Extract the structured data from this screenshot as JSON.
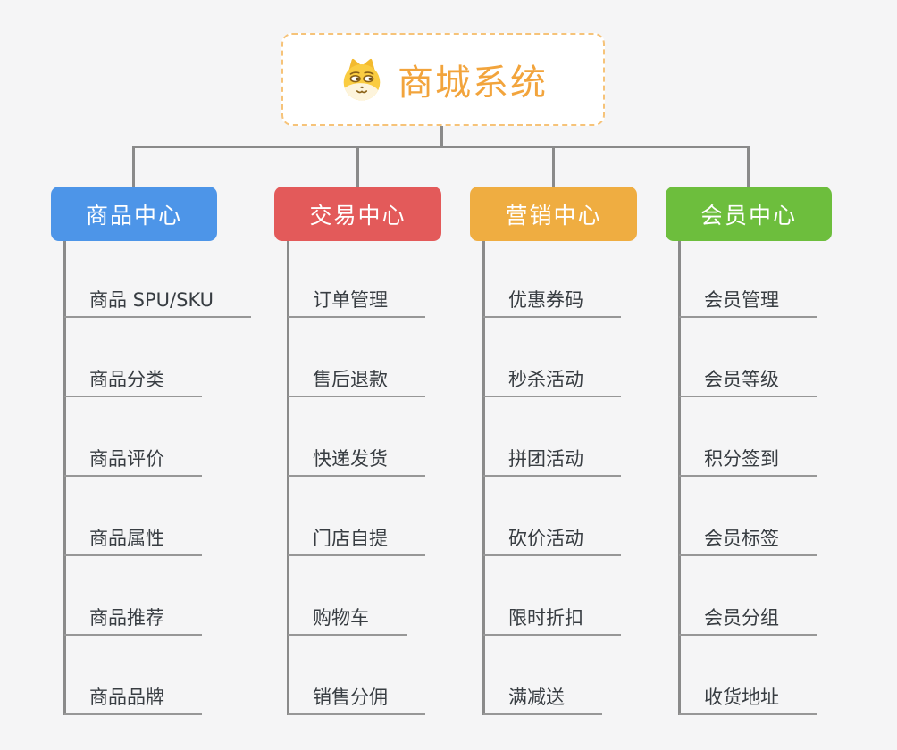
{
  "page": {
    "background_color": "#f5f5f6",
    "connector_color": "#8a8a8a",
    "underline_color": "#979797"
  },
  "root": {
    "title": "商城系统",
    "icon": "doge-icon",
    "text_color": "#f2a43c",
    "border_color": "#f6c379",
    "background_color": "#ffffff"
  },
  "branches": [
    {
      "label": "商品中心",
      "color": "#4d95e8",
      "items": [
        "商品 SPU/SKU",
        "商品分类",
        "商品评价",
        "商品属性",
        "商品推荐",
        "商品品牌"
      ]
    },
    {
      "label": "交易中心",
      "color": "#e35a5a",
      "items": [
        "订单管理",
        "售后退款",
        "快递发货",
        "门店自提",
        "购物车",
        "销售分佣"
      ]
    },
    {
      "label": "营销中心",
      "color": "#efad41",
      "items": [
        "优惠券码",
        "秒杀活动",
        "拼团活动",
        "砍价活动",
        "限时折扣",
        "满减送"
      ]
    },
    {
      "label": "会员中心",
      "color": "#6dbe3d",
      "items": [
        "会员管理",
        "会员等级",
        "积分签到",
        "会员标签",
        "会员分组",
        "收货地址"
      ]
    }
  ]
}
